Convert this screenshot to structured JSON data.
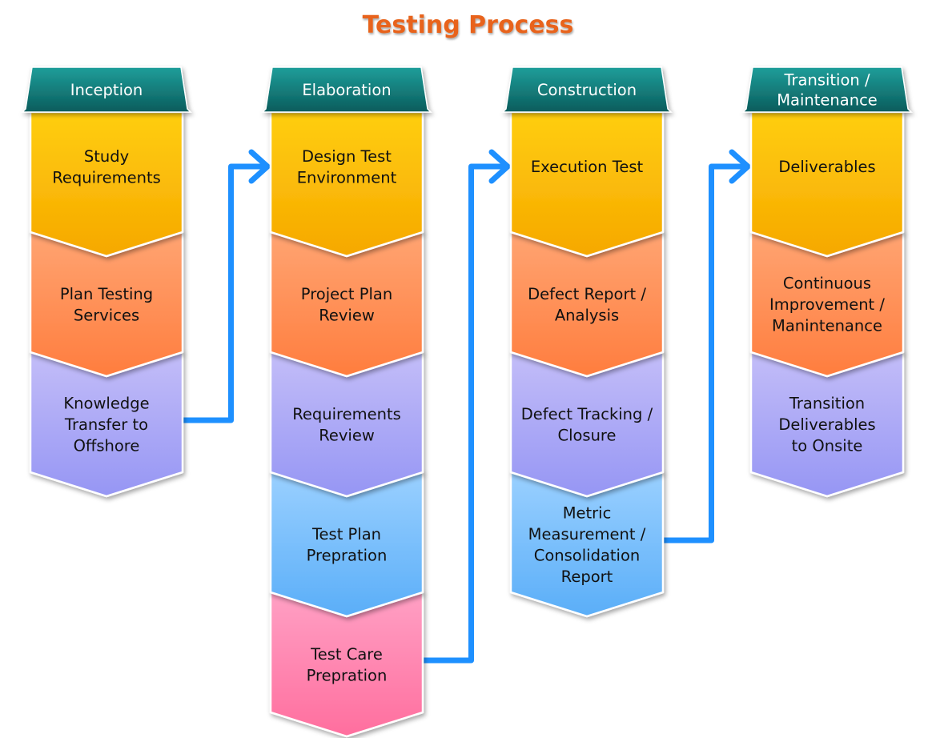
{
  "title": "Testing Process",
  "colors": {
    "title": "#e8641a",
    "header_top": "#1f9e9a",
    "header_bottom": "#0a5c5c",
    "arrow": "#1e90ff",
    "yellow": [
      "#ffce10",
      "#f6a800"
    ],
    "orange": [
      "#ffa472",
      "#ff7d3e"
    ],
    "purple": [
      "#c3bdf8",
      "#9696f4"
    ],
    "blue": [
      "#9ad0ff",
      "#5aaef8"
    ],
    "pink": [
      "#ffa0c4",
      "#ff6e9e"
    ]
  },
  "phases": [
    {
      "name": "Inception",
      "steps": [
        {
          "label": "Study\nRequirements",
          "color": "yellow"
        },
        {
          "label": "Plan Testing\nServices",
          "color": "orange"
        },
        {
          "label": "Knowledge\nTransfer to\nOffshore",
          "color": "purple"
        }
      ]
    },
    {
      "name": "Elaboration",
      "steps": [
        {
          "label": "Design Test\nEnvironment",
          "color": "yellow"
        },
        {
          "label": "Project Plan\nReview",
          "color": "orange"
        },
        {
          "label": "Requirements\nReview",
          "color": "purple"
        },
        {
          "label": "Test Plan\nPrepration",
          "color": "blue"
        },
        {
          "label": "Test Care\nPrepration",
          "color": "pink"
        }
      ]
    },
    {
      "name": "Construction",
      "steps": [
        {
          "label": "Execution Test",
          "color": "yellow"
        },
        {
          "label": "Defect Report /\nAnalysis",
          "color": "orange"
        },
        {
          "label": "Defect Tracking /\nClosure",
          "color": "purple"
        },
        {
          "label": "Metric\nMeasurement /\nConsolidation\nReport",
          "color": "blue"
        }
      ]
    },
    {
      "name": "Transition /\nMaintenance",
      "steps": [
        {
          "label": "Deliverables",
          "color": "yellow"
        },
        {
          "label": "Continuous\nImprovement /\nManintenance",
          "color": "orange"
        },
        {
          "label": "Transition\nDeliverables\nto Onsite",
          "color": "purple"
        }
      ]
    }
  ],
  "connectors": [
    {
      "from_phase": 0,
      "from_step": 2,
      "to_phase": 1
    },
    {
      "from_phase": 1,
      "from_step": 4,
      "to_phase": 2
    },
    {
      "from_phase": 2,
      "from_step": 3,
      "to_phase": 3
    }
  ]
}
